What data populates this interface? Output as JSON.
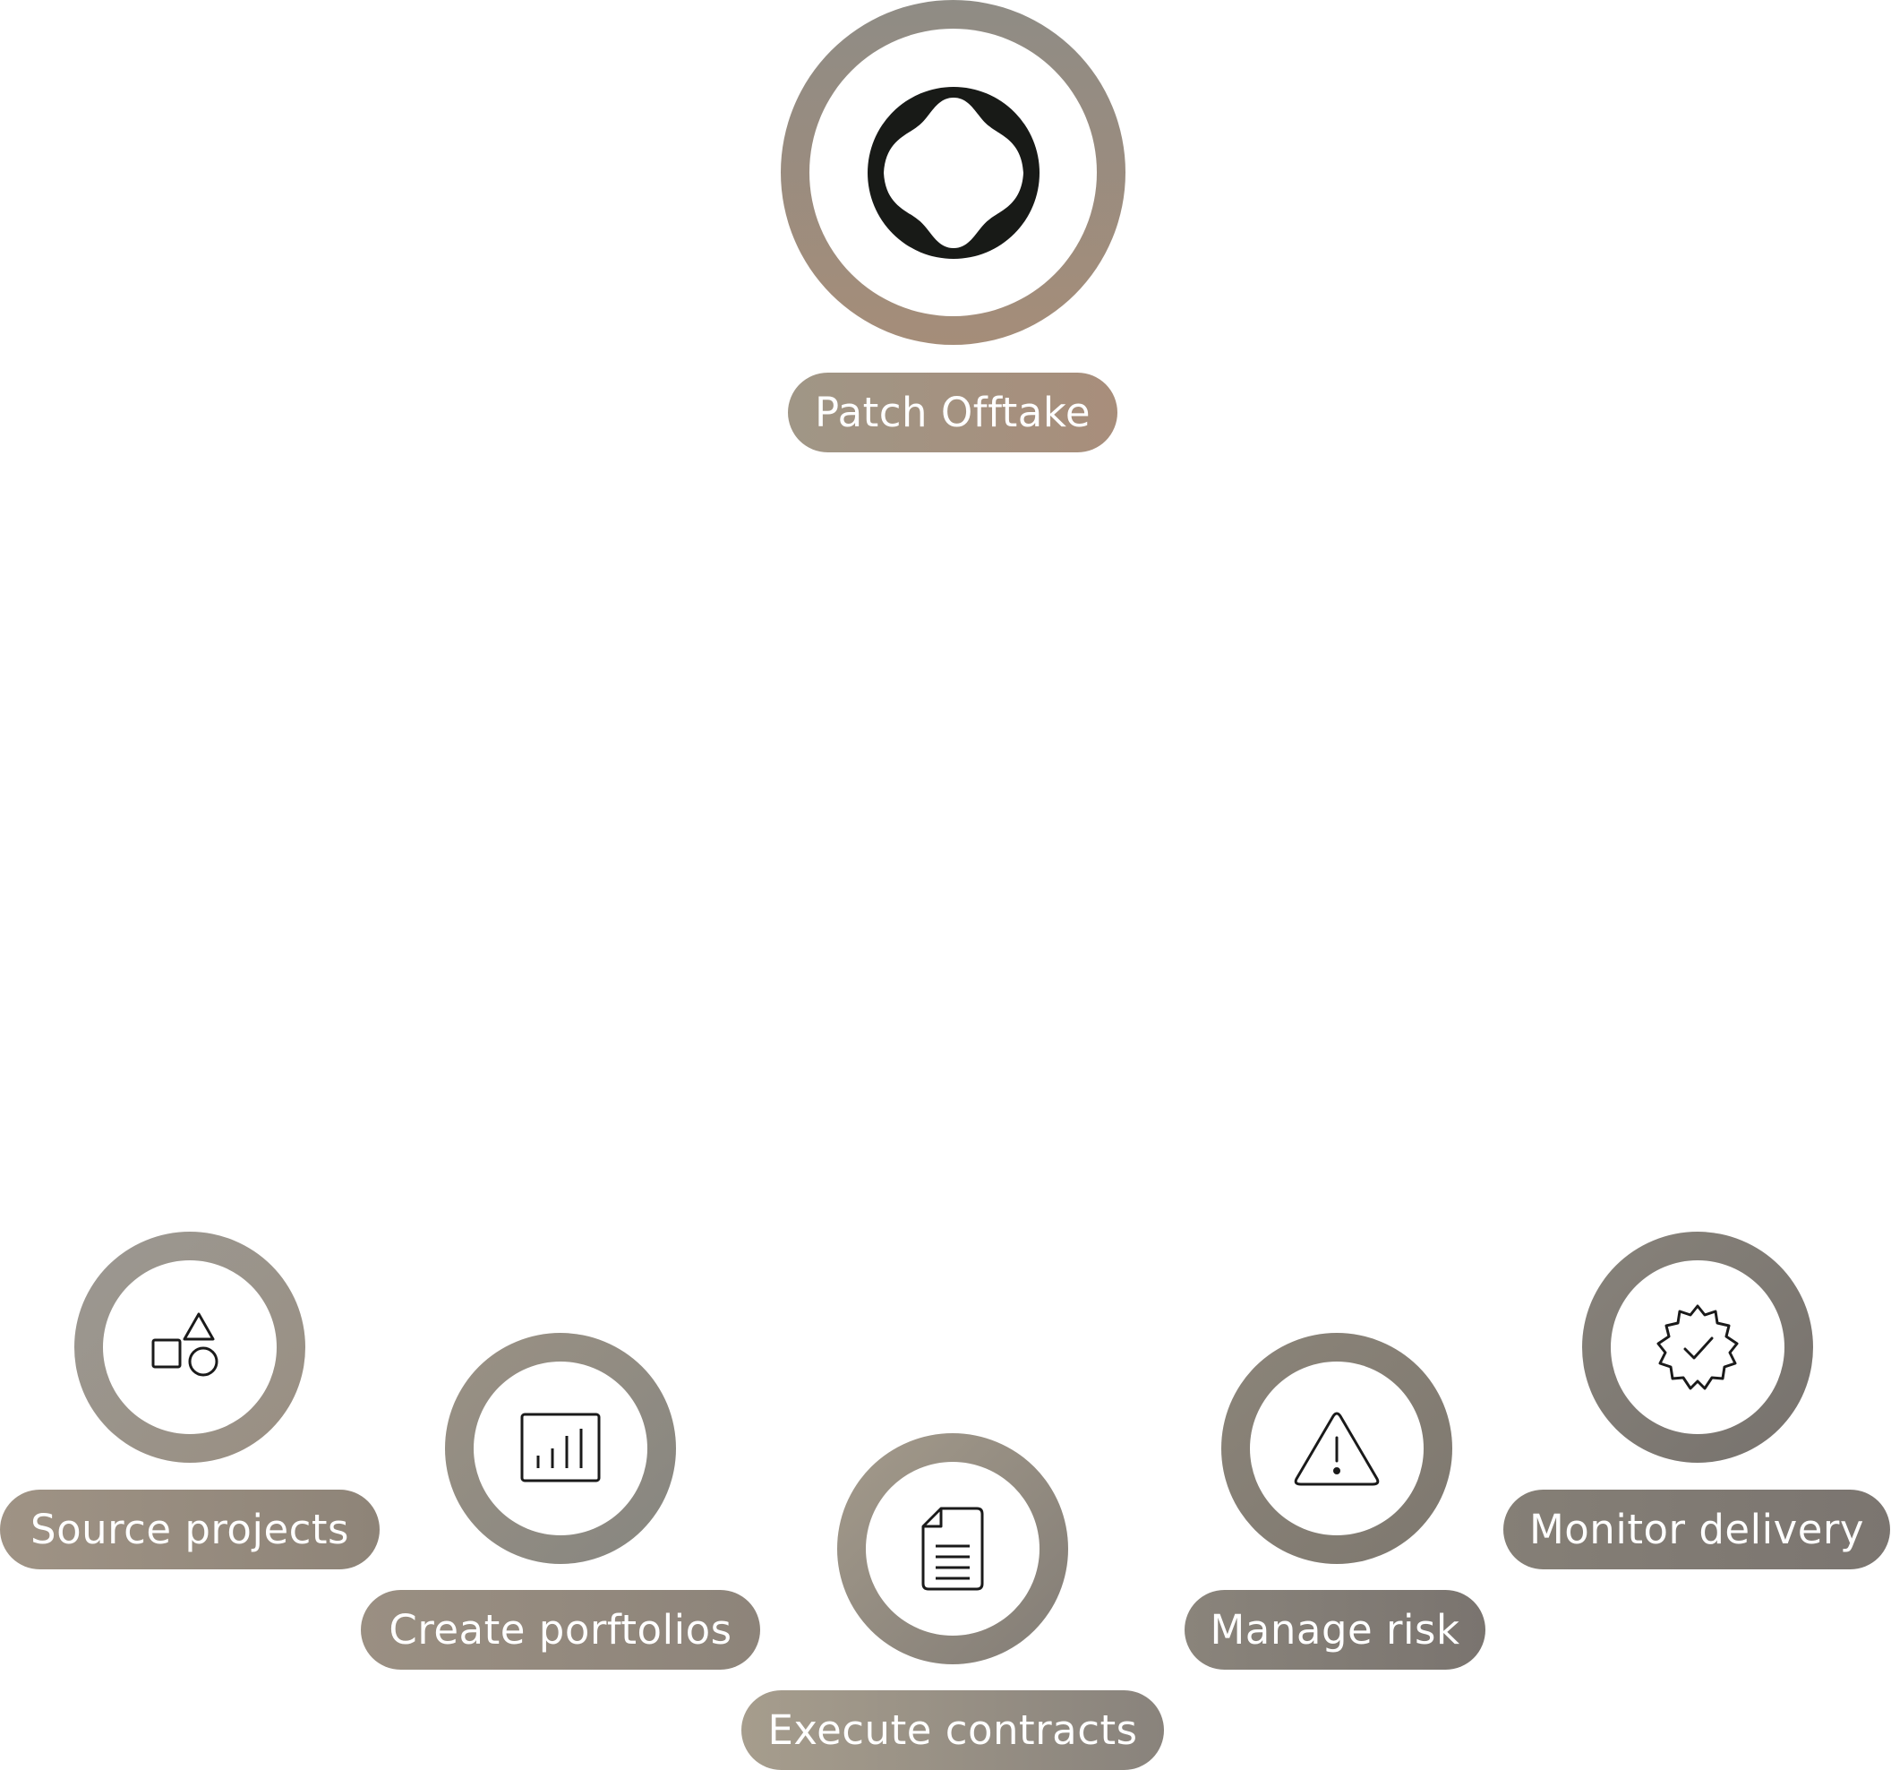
{
  "hub": {
    "label": "Patch Offtake",
    "icon": "patch-logo-icon"
  },
  "steps": [
    {
      "label": "Source projects",
      "icon": "shapes-icon"
    },
    {
      "label": "Create porftolios",
      "icon": "bar-chart-icon"
    },
    {
      "label": "Execute contracts",
      "icon": "document-icon"
    },
    {
      "label": "Manage risk",
      "icon": "warning-icon"
    },
    {
      "label": "Monitor delivery",
      "icon": "verified-badge-icon"
    }
  ],
  "colors": {
    "ring_gradient_start": "#8f8c85",
    "ring_gradient_end": "#a58d79",
    "pill_start": "#a29887",
    "pill_end": "#7d7772",
    "icon_stroke": "#1a1a1a",
    "logo_fill": "#181a17"
  }
}
